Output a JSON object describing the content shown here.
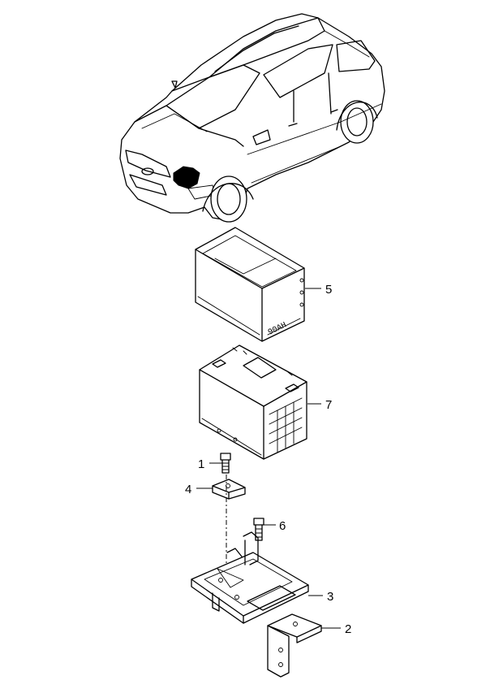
{
  "callouts": {
    "c1": "1",
    "c2": "2",
    "c3": "3",
    "c4": "4",
    "c5": "5",
    "c6": "6",
    "c7": "7"
  },
  "battery_case": {
    "capacity_marking": "90AH"
  },
  "colors": {
    "line": "#000000",
    "background": "#ffffff"
  }
}
